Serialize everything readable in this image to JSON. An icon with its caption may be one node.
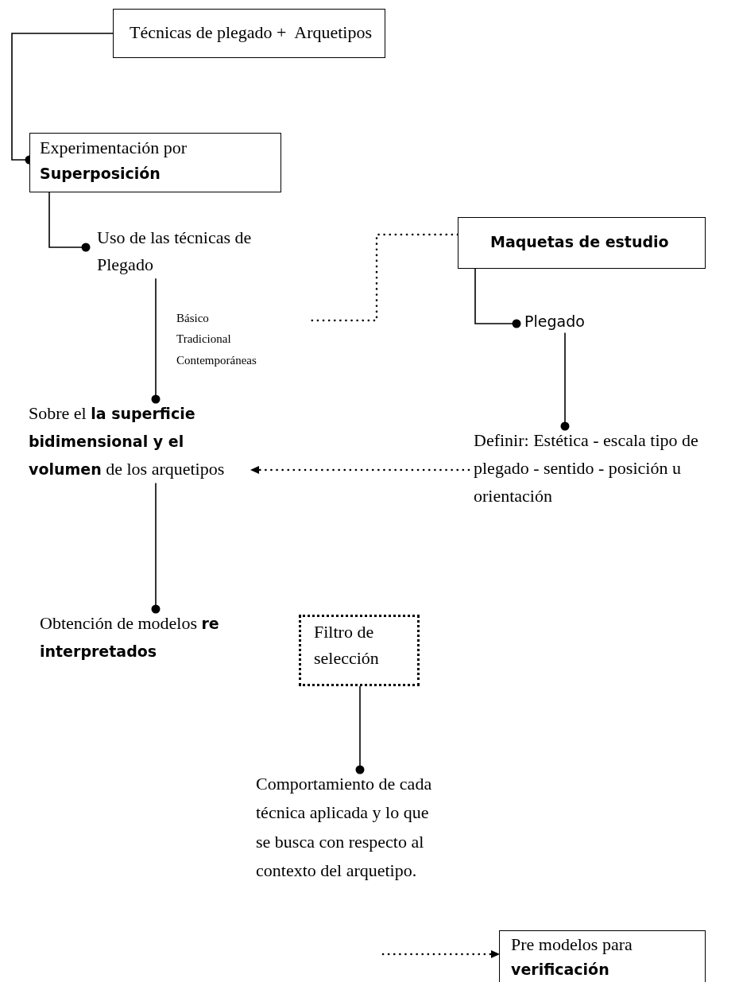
{
  "diagram": {
    "nodes": [
      {
        "text": [
          "Técnicas de plegado +  Arquetipos"
        ]
      },
      {
        "text": [
          "Experimentación por **Superposición**"
        ]
      },
      {
        "text": [
          "Uso de las técnicas de Plegado"
        ]
      },
      {
        "text": [
          "Básico",
          "Tradicional",
          "Contemporáneas"
        ]
      },
      {
        "text": [
          "Sobre el **la superficie bidimensional y el volumen** de los arquetipos"
        ]
      },
      {
        "text": [
          "Maquetas de estudio"
        ]
      },
      {
        "text": [
          "Plegado"
        ]
      },
      {
        "text": [
          "Definir: Estética - escala tipo de plegado - sentido - posición u orientación"
        ]
      },
      {
        "text": [
          "Obtención de modelos **re interpretados**"
        ]
      },
      {
        "text": [
          "Filtro de selección"
        ]
      },
      {
        "text": [
          "Comportamiento de cada técnica aplicada y lo que se busca con respecto al contexto del arquetipo."
        ]
      },
      {
        "text": [
          "Pre modelos para **verificación**"
        ]
      }
    ],
    "edges": [
      {
        "from": 0,
        "to": 1,
        "arrow": "other"
      },
      {
        "from": 1,
        "to": 2,
        "arrow": "other"
      },
      {
        "from": 2,
        "to": 4,
        "arrow": "other"
      },
      {
        "from": 5,
        "to": 3,
        "arrow": "none",
        "style": "dashed"
      },
      {
        "from": 5,
        "to": 6,
        "arrow": "other"
      },
      {
        "from": 6,
        "to": 7,
        "arrow": "other"
      },
      {
        "from": 7,
        "to": 4,
        "arrow": "to",
        "style": "dashed"
      },
      {
        "from": 4,
        "to": 8,
        "arrow": "other"
      },
      {
        "from": 9,
        "to": 10,
        "arrow": "other"
      },
      {
        "from": null,
        "to": 11,
        "arrow": "to",
        "style": "dashed"
      }
    ]
  }
}
